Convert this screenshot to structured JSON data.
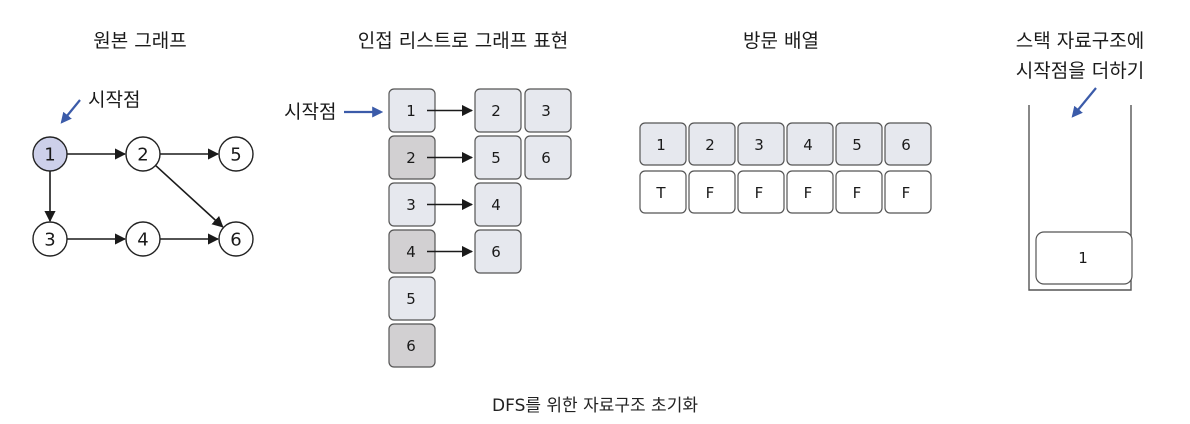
{
  "titles": {
    "graph": "원본 그래프",
    "adjacency": "인접 리스트로 그래프 표현",
    "visited": "방문 배열",
    "stack_line1": "스택 자료구조에",
    "stack_line2": "시작점을 더하기"
  },
  "start_label": "시작점",
  "caption": "DFS를 위한 자료구조 초기화",
  "graph": {
    "nodes": [
      "1",
      "2",
      "3",
      "4",
      "5",
      "6"
    ],
    "start_node": "1",
    "edges": [
      [
        "1",
        "2"
      ],
      [
        "2",
        "5"
      ],
      [
        "2",
        "6"
      ],
      [
        "1",
        "3"
      ],
      [
        "3",
        "4"
      ],
      [
        "4",
        "6"
      ]
    ]
  },
  "adjacency": [
    {
      "node": "1",
      "neighbors": [
        "2",
        "3"
      ]
    },
    {
      "node": "2",
      "neighbors": [
        "5",
        "6"
      ]
    },
    {
      "node": "3",
      "neighbors": [
        "4"
      ]
    },
    {
      "node": "4",
      "neighbors": [
        "6"
      ]
    },
    {
      "node": "5",
      "neighbors": []
    },
    {
      "node": "6",
      "neighbors": []
    }
  ],
  "visited": {
    "indices": [
      "1",
      "2",
      "3",
      "4",
      "5",
      "6"
    ],
    "values": [
      "T",
      "F",
      "F",
      "F",
      "F",
      "F"
    ]
  },
  "stack": [
    "1"
  ],
  "colors": {
    "start_node_fill": "#cdd0ea",
    "cell_light": "#e6e8ee",
    "cell_dark": "#d2d0d2",
    "pointer_arrow": "#3b5ba9"
  }
}
